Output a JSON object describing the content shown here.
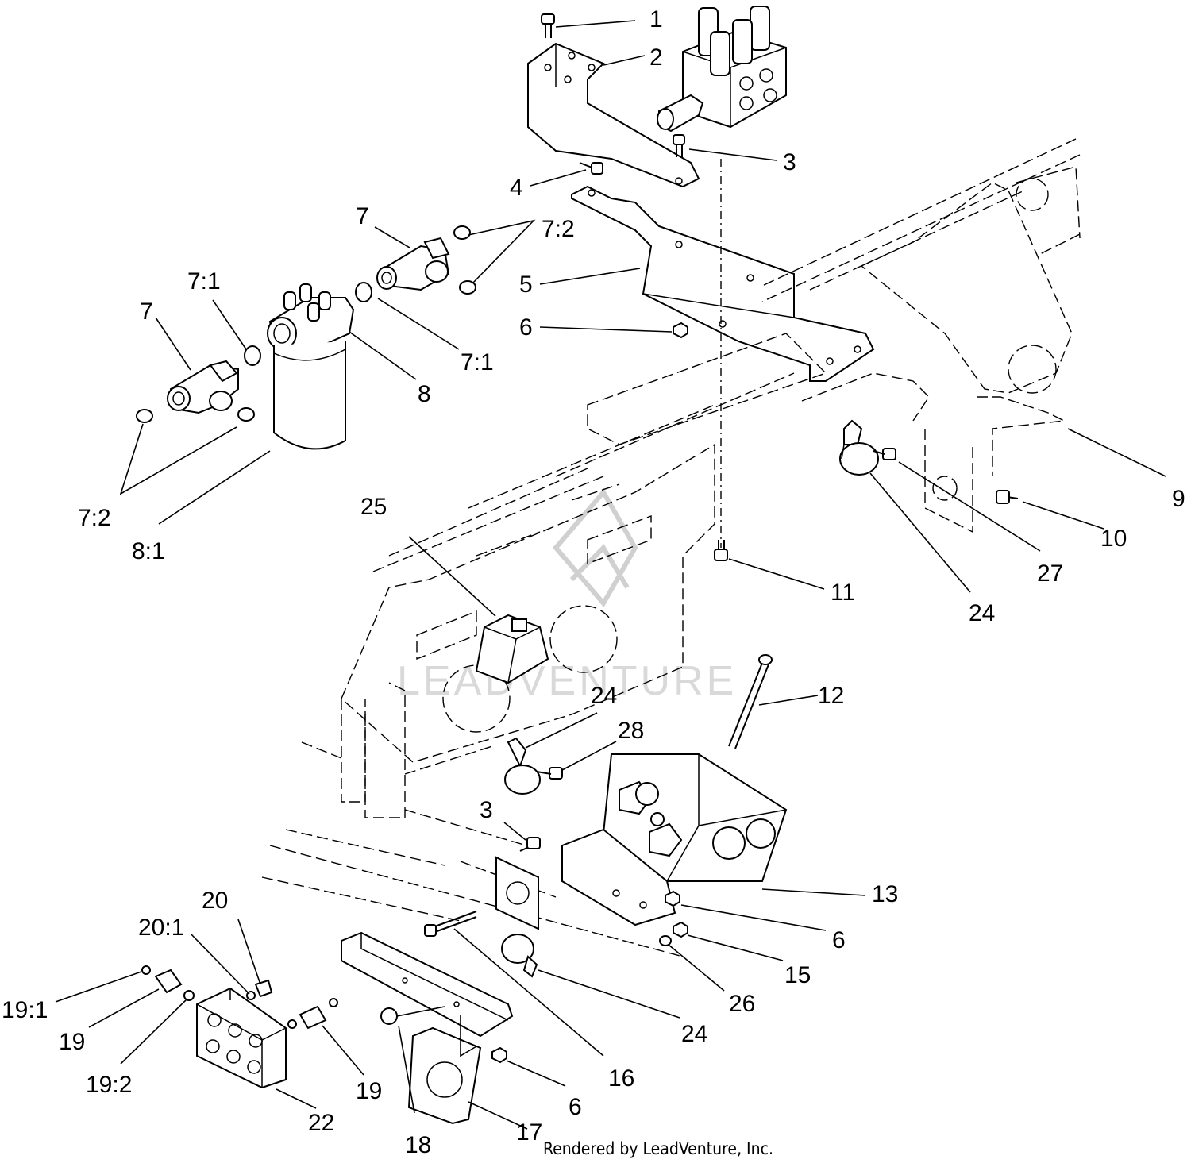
{
  "credit": "Rendered by LeadVenture, Inc.",
  "watermark": "LEADVENTURE",
  "callouts": [
    {
      "id": "c1",
      "text": "1"
    },
    {
      "id": "c2",
      "text": "2"
    },
    {
      "id": "c3a",
      "text": "3"
    },
    {
      "id": "c4",
      "text": "4"
    },
    {
      "id": "c5",
      "text": "5"
    },
    {
      "id": "c6a",
      "text": "6"
    },
    {
      "id": "c7a",
      "text": "7"
    },
    {
      "id": "c72a",
      "text": "7:2"
    },
    {
      "id": "c71a",
      "text": "7:1"
    },
    {
      "id": "c7b",
      "text": "7"
    },
    {
      "id": "c71b",
      "text": "7:1"
    },
    {
      "id": "c8",
      "text": "8"
    },
    {
      "id": "c72b",
      "text": "7:2"
    },
    {
      "id": "c81",
      "text": "8:1"
    },
    {
      "id": "c9",
      "text": "9"
    },
    {
      "id": "c10",
      "text": "10"
    },
    {
      "id": "c27",
      "text": "27"
    },
    {
      "id": "c11",
      "text": "11"
    },
    {
      "id": "c24a",
      "text": "24"
    },
    {
      "id": "c25",
      "text": "25"
    },
    {
      "id": "c12",
      "text": "12"
    },
    {
      "id": "c24b",
      "text": "24"
    },
    {
      "id": "c28",
      "text": "28"
    },
    {
      "id": "c3b",
      "text": "3"
    },
    {
      "id": "c13",
      "text": "13"
    },
    {
      "id": "c6b",
      "text": "6"
    },
    {
      "id": "c15",
      "text": "15"
    },
    {
      "id": "c26",
      "text": "26"
    },
    {
      "id": "c24c",
      "text": "24"
    },
    {
      "id": "c16",
      "text": "16"
    },
    {
      "id": "c6c",
      "text": "6"
    },
    {
      "id": "c17",
      "text": "17"
    },
    {
      "id": "c18",
      "text": "18"
    },
    {
      "id": "c22",
      "text": "22"
    },
    {
      "id": "c19a",
      "text": "19"
    },
    {
      "id": "c192",
      "text": "19:2"
    },
    {
      "id": "c19b",
      "text": "19"
    },
    {
      "id": "c191",
      "text": "19:1"
    },
    {
      "id": "c201",
      "text": "20:1"
    },
    {
      "id": "c20",
      "text": "20"
    }
  ]
}
